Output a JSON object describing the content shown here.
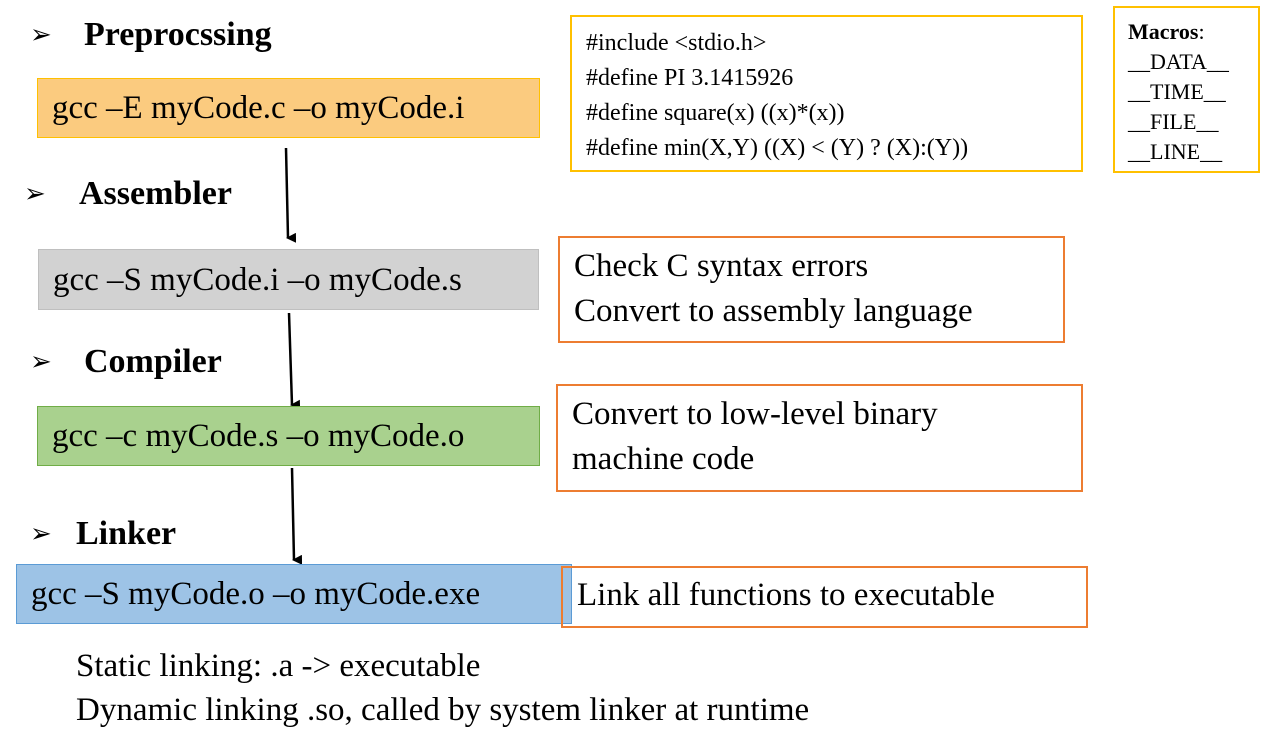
{
  "bullet_glyph": "➢",
  "stages": [
    {
      "heading": "Preprocssing",
      "command": "gcc –E myCode.c –o myCode.i"
    },
    {
      "heading": "Assembler",
      "command": "gcc –S myCode.i –o myCode.s"
    },
    {
      "heading": "Compiler",
      "command": "gcc –c myCode.s –o myCode.o"
    },
    {
      "heading": "Linker",
      "command": "gcc –S myCode.o –o  myCode.exe"
    }
  ],
  "code_example": [
    "#include <stdio.h>",
    "#define PI 3.1415926",
    "#define square(x) ((x)*(x))",
    "#define min(X,Y) ((X) < (Y)  ? (X):(Y))"
  ],
  "macros": {
    "title": "Macros",
    "title_suffix": ":",
    "items": [
      "__DATA__",
      "__TIME__",
      "__FILE__",
      "__LINE__"
    ]
  },
  "notes": {
    "assembler": [
      "Check C syntax errors",
      "Convert to assembly language"
    ],
    "compiler": [
      "Convert to low-level binary",
      "machine code"
    ],
    "linker": [
      "Link all functions to executable"
    ]
  },
  "footer": [
    "Static linking: .a -> executable",
    "Dynamic linking .so, called by system linker at runtime"
  ],
  "colors": {
    "preprocess_fill": "#FBCB7F",
    "preprocess_border": "#FFC000",
    "assembler_fill": "#D2D2D2",
    "assembler_border": "#BFBFBF",
    "compiler_fill": "#A9D18E",
    "compiler_border": "#70AD47",
    "linker_fill": "#9DC3E6",
    "linker_border": "#5B9BD5",
    "note_border": "#ED7D31",
    "code_border": "#FFC000"
  }
}
